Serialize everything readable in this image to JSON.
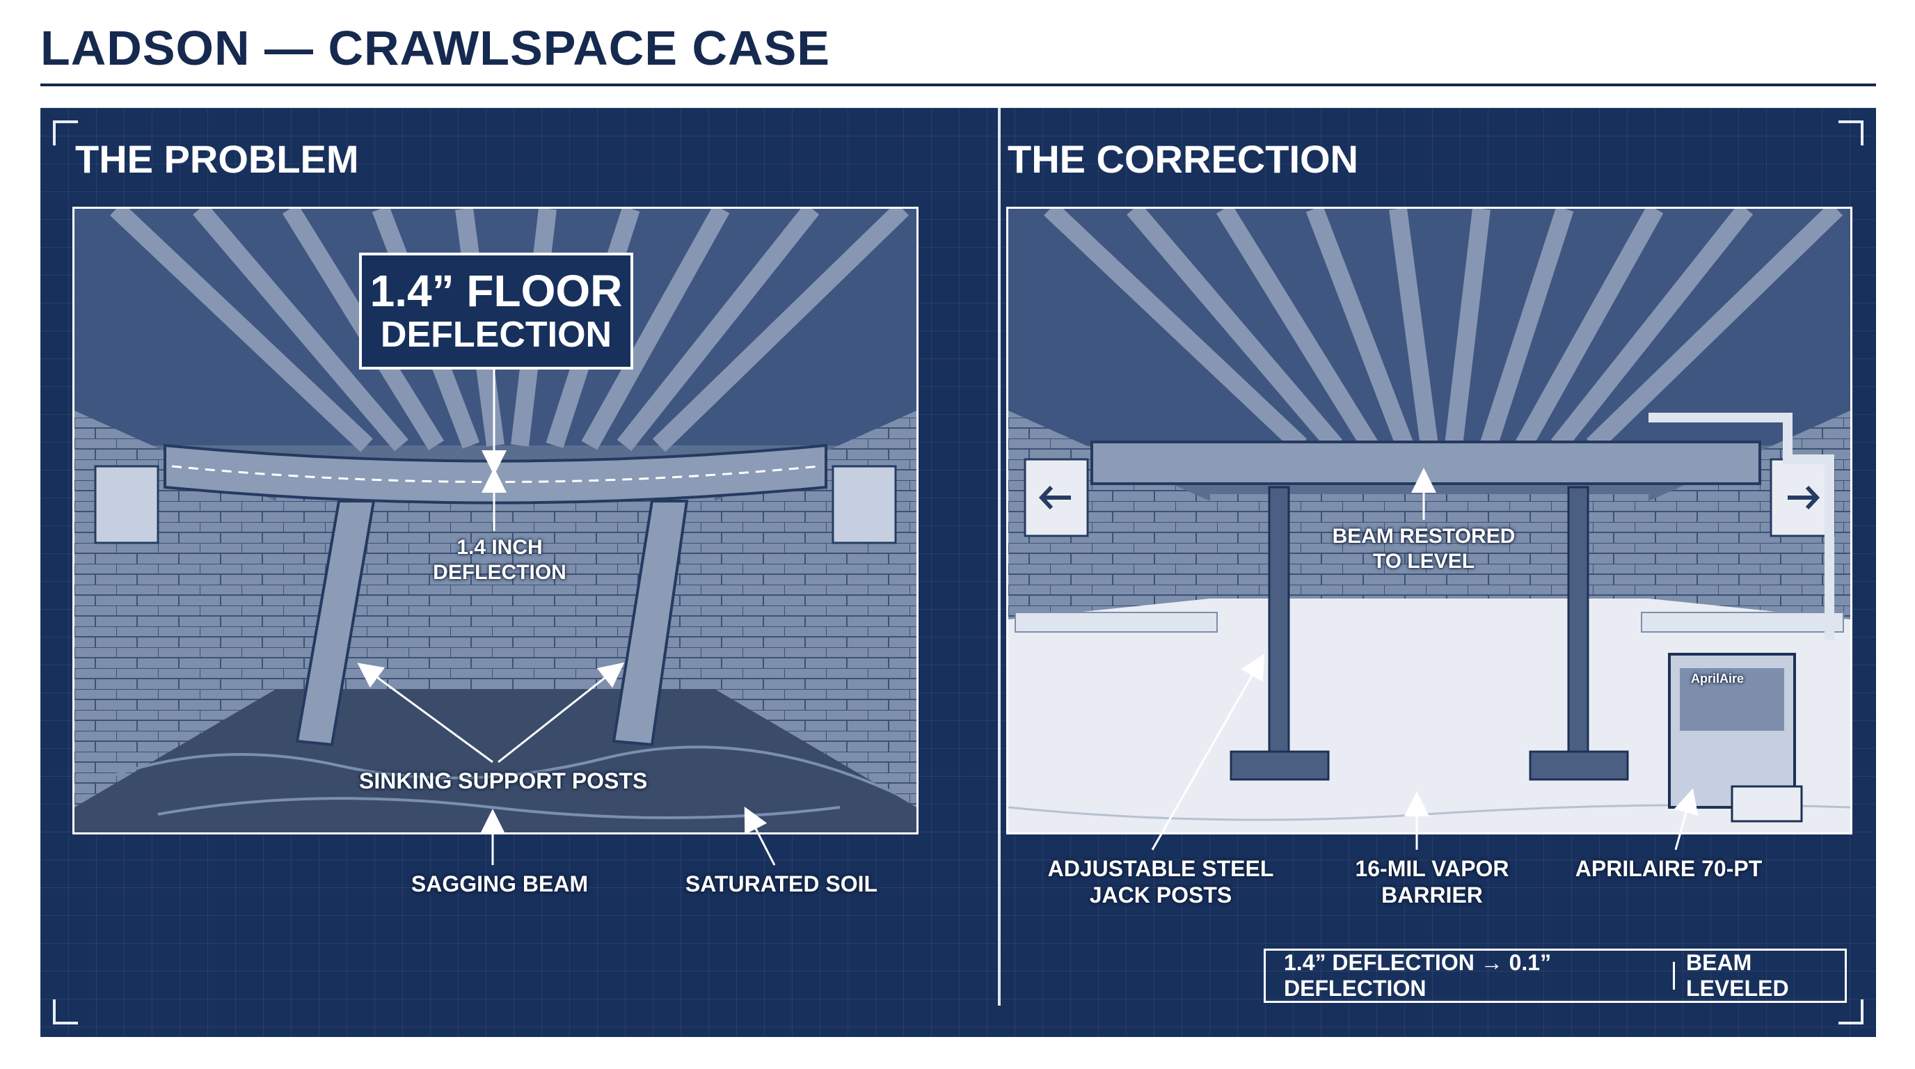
{
  "title": "LADSON — CRAWLSPACE CASE",
  "problem": {
    "heading": "THE PROBLEM",
    "callout_line1": "1.4” FLOOR",
    "callout_line2": "DEFLECTION",
    "label_deflection": "1.4 INCH\nDEFLECTION",
    "label_posts": "SINKING SUPPORT POSTS",
    "label_beam": "SAGGING BEAM",
    "label_soil": "SATURATED SOIL"
  },
  "correction": {
    "heading": "THE CORRECTION",
    "label_beam": "BEAM RESTORED\nTO LEVEL",
    "label_jacks": "ADJUSTABLE STEEL\nJACK POSTS",
    "label_barrier": "16-MIL VAPOR\nBARRIER",
    "label_dehumidifier": "APRILAIRE 70-PT",
    "brand": "AprilAire",
    "summary_left": "1.4” DEFLECTION → 0.1” DEFLECTION",
    "summary_right": "BEAM LEVELED"
  },
  "colors": {
    "title": "#16294f",
    "board": "#18305c",
    "scene": "#5a6e8f",
    "barrier": "#e9edf3"
  }
}
